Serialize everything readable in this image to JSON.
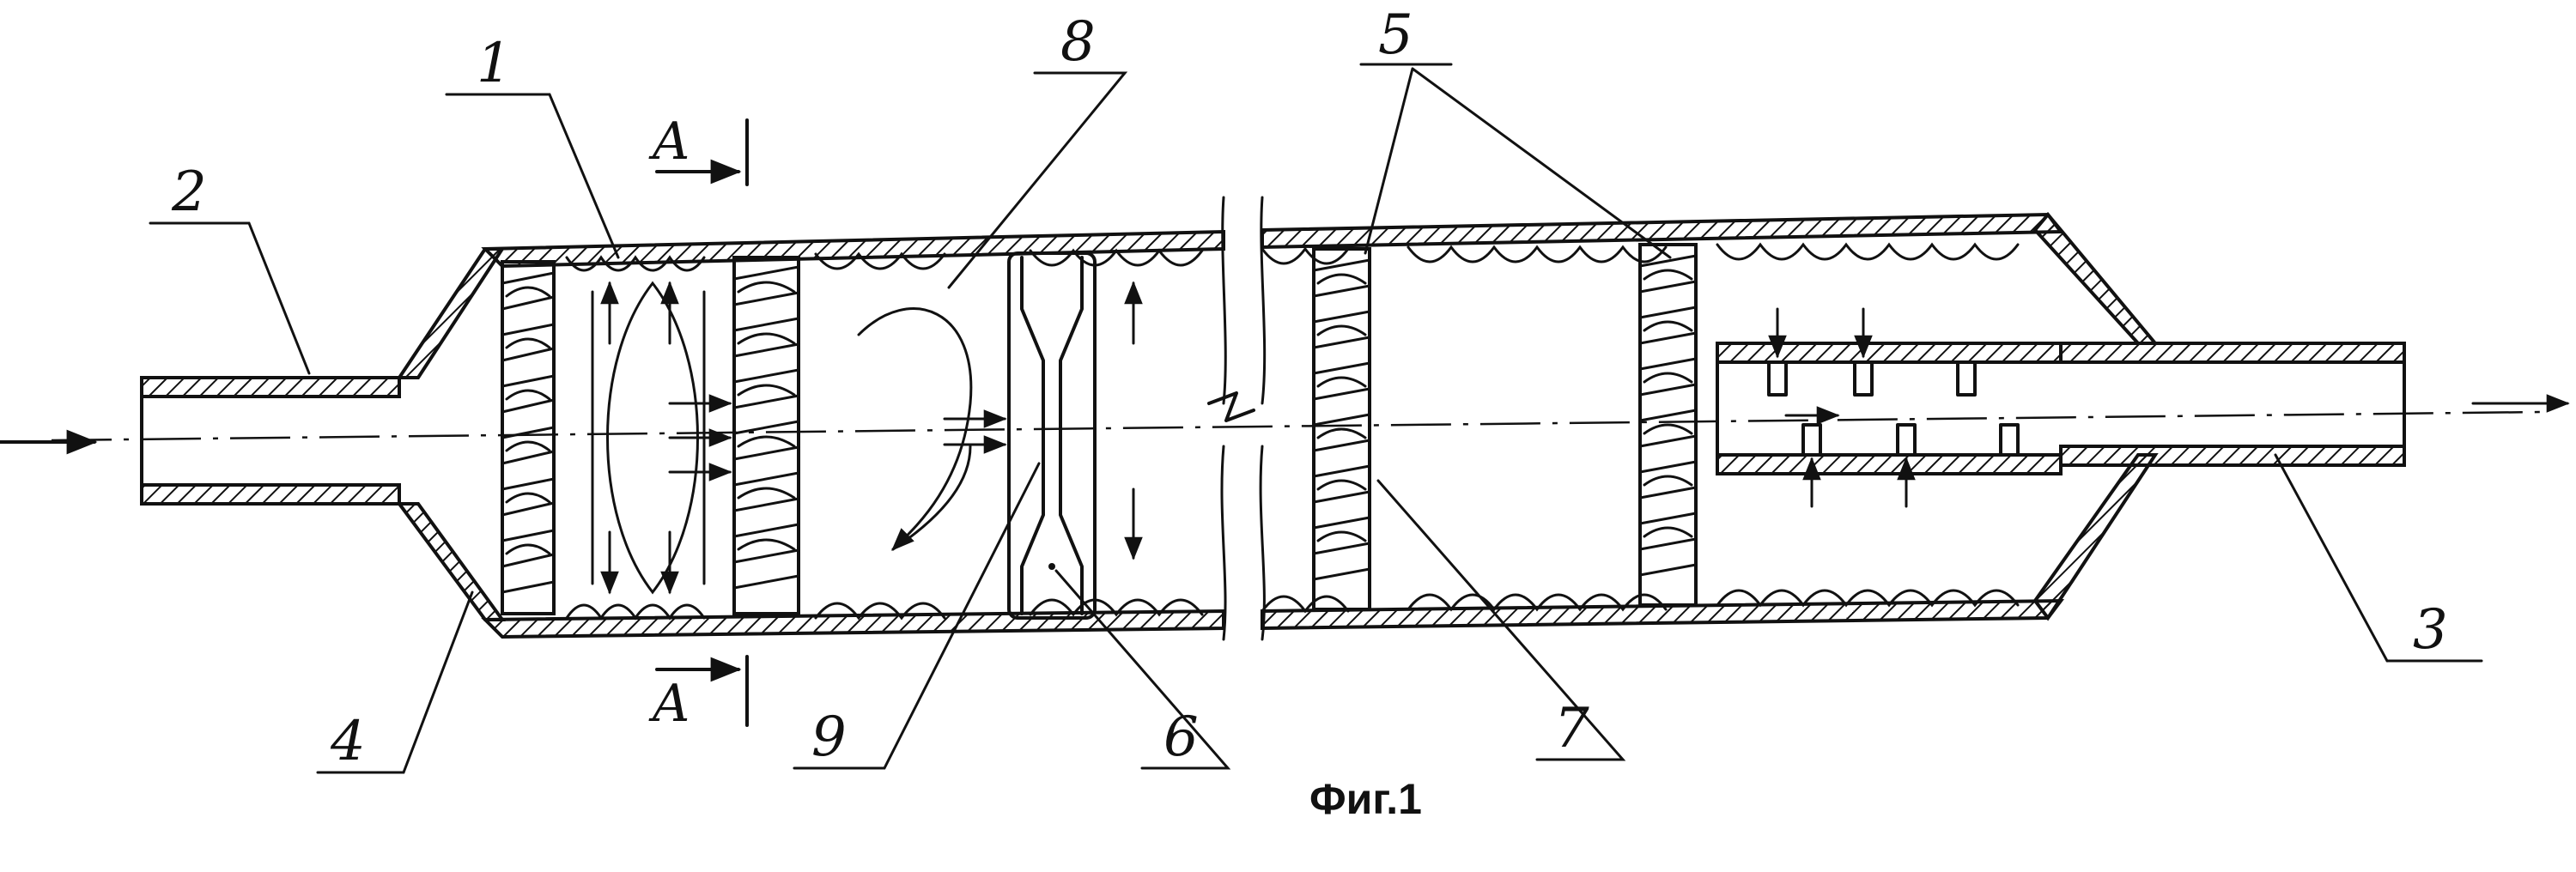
{
  "figure": {
    "caption": "Фиг.1",
    "reference_numerals": {
      "n1": "1",
      "n2": "2",
      "n3": "3",
      "n4": "4",
      "n5": "5",
      "n6": "6",
      "n7": "7",
      "n8": "8",
      "n9": "9"
    },
    "section_marker": {
      "top": "A",
      "bottom": "A"
    }
  }
}
